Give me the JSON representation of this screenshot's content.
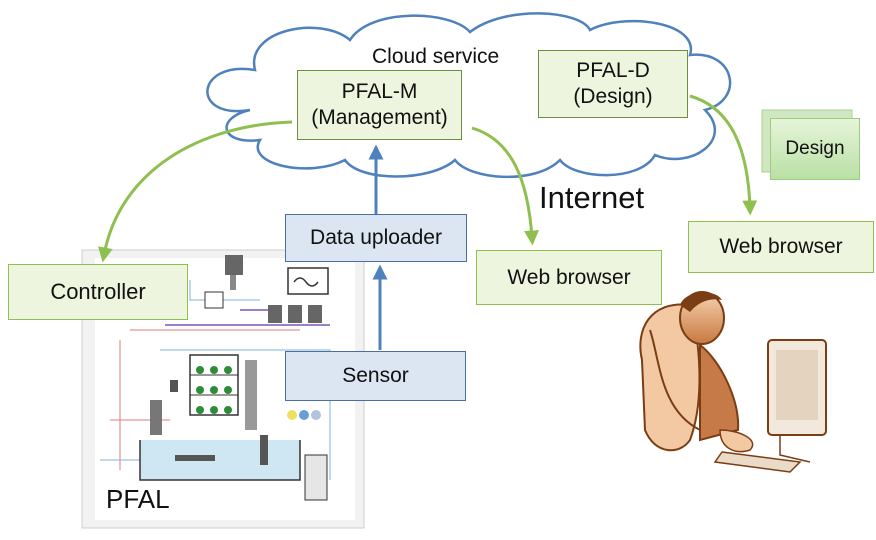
{
  "cloud": {
    "label": "Cloud service"
  },
  "pfal_m": {
    "line1": "PFAL-M",
    "line2": "(Management)"
  },
  "pfal_d": {
    "line1": "PFAL-D",
    "line2": "(Design)"
  },
  "design_doc": {
    "label": "Design"
  },
  "internet": {
    "label": "Internet"
  },
  "controller": {
    "label": "Controller"
  },
  "data_uploader": {
    "label": "Data uploader"
  },
  "sensor": {
    "label": "Sensor"
  },
  "web_browser_1": {
    "label": "Web browser"
  },
  "web_browser_2": {
    "label": "Web browser"
  },
  "pfal": {
    "label": "PFAL"
  },
  "colors": {
    "green_arrow": "#8fbf4f",
    "blue_arrow": "#4f81bd",
    "cloud_outline": "#4f81bd"
  }
}
